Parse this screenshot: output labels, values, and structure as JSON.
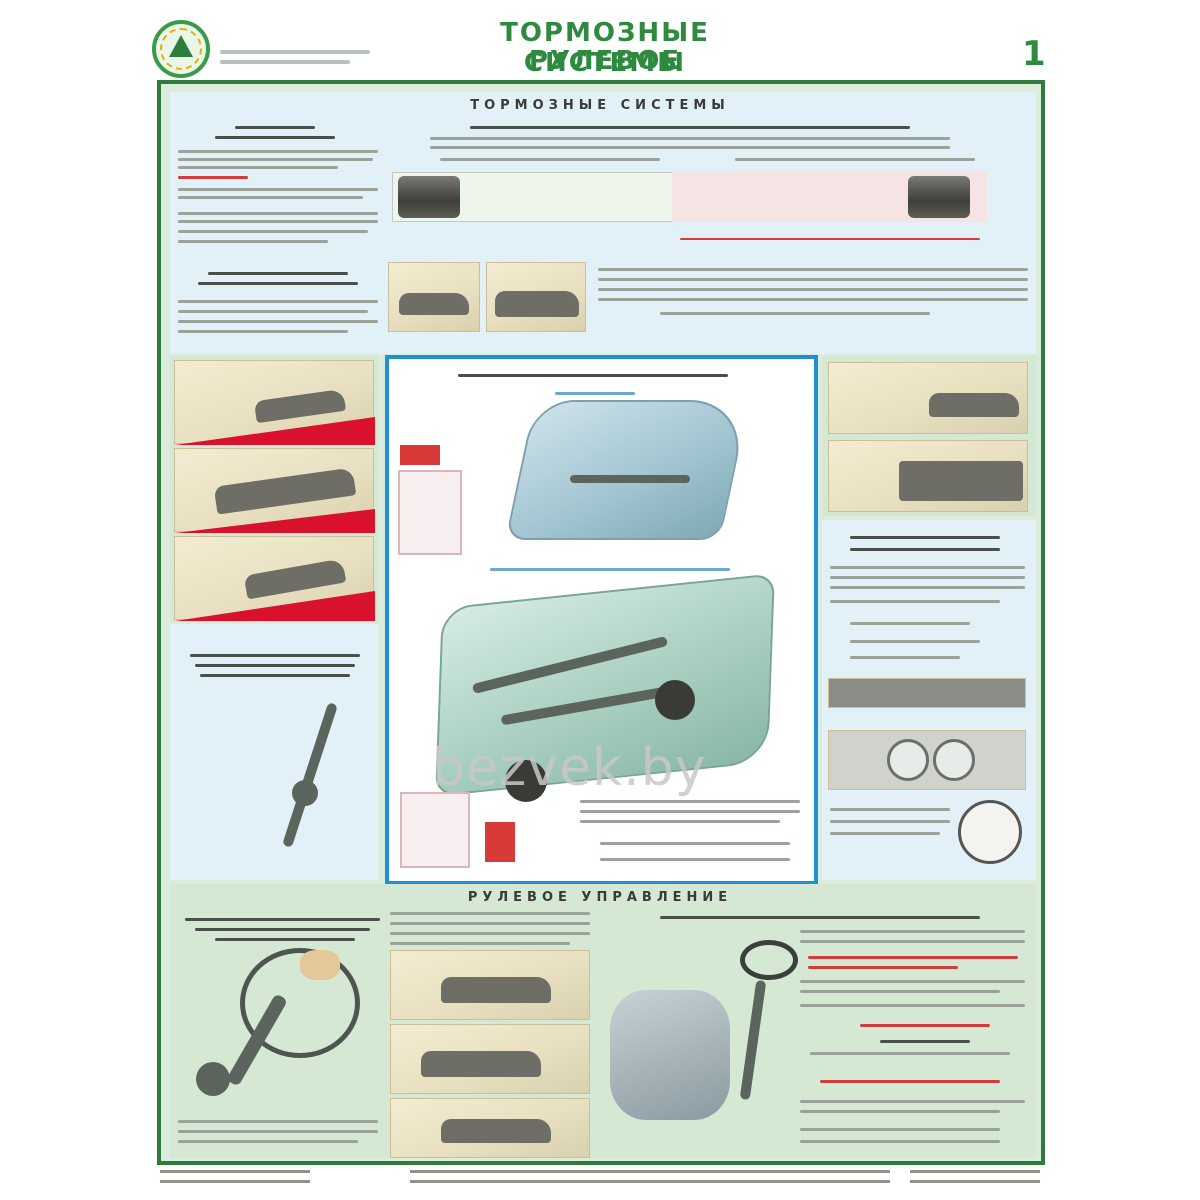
{
  "header": {
    "title_line1": "ТОРМОЗНЫЕ СИСТЕМЫ",
    "title_line2": "РУЛЕВОЕ УПРАВЛЕНИЕ",
    "page_number": "1"
  },
  "sections": {
    "top_heading": "ТОРМОЗНЫЕ СИСТЕМЫ",
    "bottom_heading": "РУЛЕВОЕ УПРАВЛЕНИЕ"
  },
  "watermark": "bezvek.by",
  "colors": {
    "accent_green": "#2d8a3e",
    "frame_green": "#2f7d3b",
    "panel_blue": "#e2f1f7",
    "panel_green": "#d5e8d4",
    "highlight_red": "#d9112d",
    "diagram_border_blue": "#1f8fd6"
  }
}
